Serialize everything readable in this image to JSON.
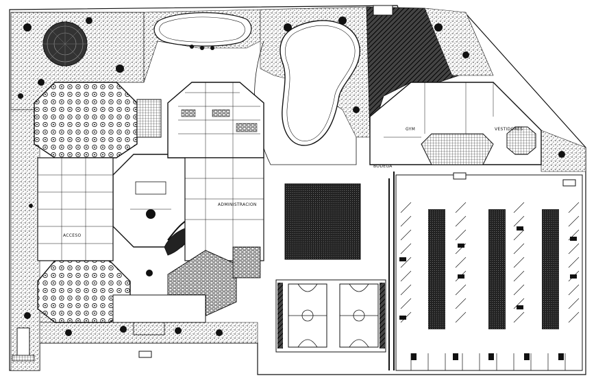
{
  "drawing": {
    "type": "architectural site plan (CAD linework)",
    "colors": {
      "ink": "#111111",
      "paper": "#ffffff",
      "hatch_dark": "#1a1a1a",
      "grey": "#555555"
    }
  },
  "labels": {
    "admin": "ADMINISTRACION",
    "small_center": "ACCESO",
    "gym": "GYM",
    "right_room": "VESTIDORES",
    "service": "BODEGA"
  }
}
